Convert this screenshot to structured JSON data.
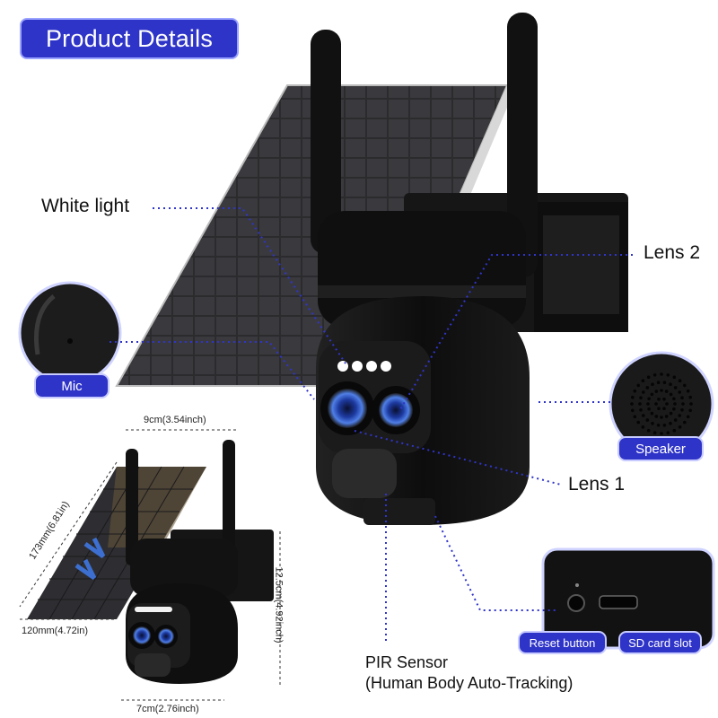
{
  "title": "Product Details",
  "labels": {
    "white_light": "White light",
    "lens2": "Lens 2",
    "lens1": "Lens 1",
    "mic": "Mic",
    "speaker": "Speaker",
    "pir_line1": "PIR Sensor",
    "pir_line2": "(Human Body Auto-Tracking)",
    "reset_button": "Reset button",
    "sd_card_slot": "SD card slot"
  },
  "dimensions": {
    "width_top": "9cm(3.54inch)",
    "panel_length": "173mm(6.81in)",
    "panel_width": "120mm(4.72in)",
    "height": "12.5cm(4.92inch)",
    "width_bottom": "7cm(2.76inch)"
  },
  "colors": {
    "accent": "#2f34c8",
    "camera": "#141414",
    "lens": "#2a56c9"
  }
}
